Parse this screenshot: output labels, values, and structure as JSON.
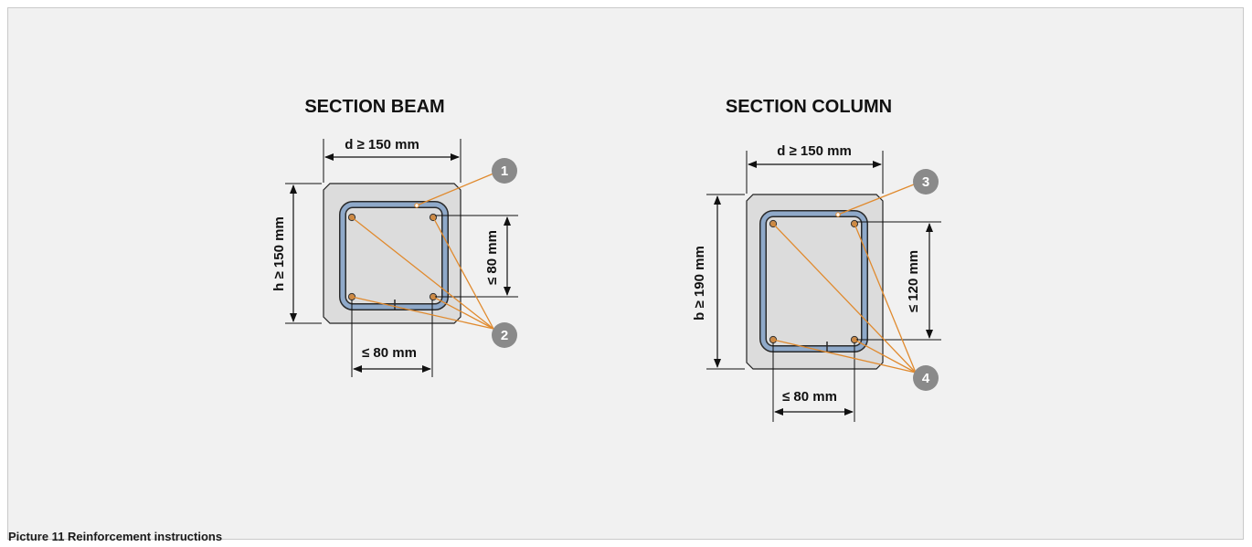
{
  "beam": {
    "title": "SECTION BEAM",
    "dim_width": "d ≥ 150 mm",
    "dim_height": "h ≥ 150 mm",
    "dim_bar_spacing_v": "≤ 80 mm",
    "dim_bar_spacing_h": "≤ 80 mm",
    "callouts": [
      "1",
      "2"
    ]
  },
  "column": {
    "title": "SECTION COLUMN",
    "dim_width": "d ≥ 150 mm",
    "dim_height": "b ≥ 190 mm",
    "dim_bar_spacing_v": "≤ 120 mm",
    "dim_bar_spacing_h": "≤ 80 mm",
    "callouts": [
      "3",
      "4"
    ]
  },
  "caption": "Picture 11  Reinforcement instructions",
  "colors": {
    "concrete": "#dcdcdc",
    "stirrup": "#8fa9c9",
    "leader": "#e08a2e",
    "callout": "#8a8a8a"
  }
}
